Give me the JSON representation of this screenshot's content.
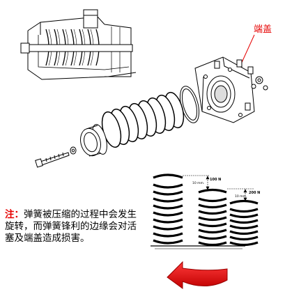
{
  "callout": {
    "label": "端盖",
    "color": "#e60000"
  },
  "note": {
    "prefix": "注：",
    "text": "弹簧被压缩的过程中会发生旋转，而弹簧锋利的边缘会对活塞及端盖造成损害。",
    "prefix_color": "#e60000"
  },
  "spring_test": {
    "labels": [
      {
        "distance": "10 mm.",
        "force": "100 N"
      },
      {
        "distance": "10 mm.",
        "force": "200 N"
      }
    ]
  },
  "arrow": {
    "icon": "curved-arrow-icon",
    "color": "#e60000"
  }
}
